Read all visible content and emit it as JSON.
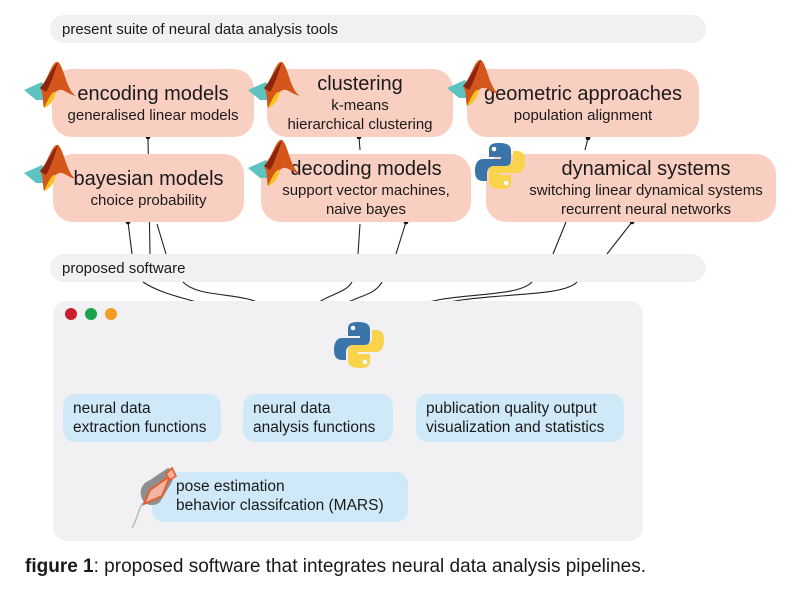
{
  "present_header": "present suite of neural data analysis tools",
  "proposed_header": "proposed software",
  "tools": [
    {
      "id": "encoding",
      "title": "encoding models",
      "subtitle": [
        "generalised linear models"
      ],
      "icon": "matlab-icon"
    },
    {
      "id": "clustering",
      "title": "clustering",
      "subtitle": [
        "k-means",
        "hierarchical clustering"
      ],
      "icon": "matlab-icon"
    },
    {
      "id": "geometric",
      "title": "geometric approaches",
      "subtitle": [
        "population alignment"
      ],
      "icon": "matlab-icon"
    },
    {
      "id": "bayesian",
      "title": "bayesian models",
      "subtitle": [
        "choice probability"
      ],
      "icon": "matlab-icon"
    },
    {
      "id": "decoding",
      "title": "decoding models",
      "subtitle": [
        "support vector machines,",
        "naive bayes"
      ],
      "icon": "matlab-icon"
    },
    {
      "id": "dynamical",
      "title": "dynamical systems",
      "subtitle": [
        "switching linear dynamical systems",
        "recurrent neural networks"
      ],
      "icon": "python-icon"
    }
  ],
  "window_dots": {
    "red": "#c8202f",
    "green": "#1aa34a",
    "orange": "#f59a23"
  },
  "modules": {
    "extraction": [
      "neural data",
      "extraction functions"
    ],
    "analysis": [
      "neural data",
      "analysis functions"
    ],
    "publication": [
      "publication quality output",
      "visualization and statistics"
    ],
    "pose": [
      "pose estimation",
      "behavior classifcation (MARS)"
    ]
  },
  "caption": {
    "label": "figure 1",
    "text": ": proposed software that integrates neural data analysis pipelines."
  },
  "colors": {
    "tool_box": "#f9cfc2",
    "module_box": "#cfe9f8",
    "panel": "#f1f1f4"
  }
}
